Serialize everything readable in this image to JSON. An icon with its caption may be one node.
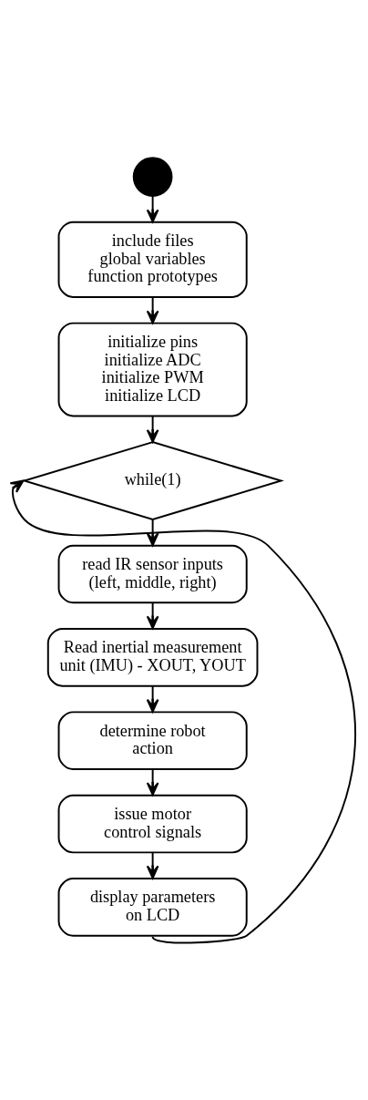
{
  "diagram": {
    "nodes": [
      {
        "text": [],
        "shape": "circle"
      },
      {
        "text": [
          "include files",
          "global variables",
          "function prototypes"
        ]
      },
      {
        "text": [
          "initialize pins",
          "initialize ADC",
          "initialize PWM",
          "initialize LCD"
        ]
      },
      {
        "text": [
          "while(1)"
        ]
      },
      {
        "text": [
          "read IR sensor inputs (left, middle, right)"
        ]
      },
      {
        "text": [
          "Read inertial measurement unit (IMU) - XOUT, YOUT"
        ]
      },
      {
        "text": [
          "determine robot action"
        ]
      },
      {
        "text": [
          "issue motor control signals"
        ]
      },
      {
        "text": [
          "display parameters on LCD"
        ]
      }
    ],
    "edges": [
      {
        "from": 0,
        "to": 1,
        "arrow": "to"
      },
      {
        "from": 1,
        "to": 2,
        "arrow": "to"
      },
      {
        "from": 2,
        "to": 3,
        "arrow": "to"
      },
      {
        "from": 3,
        "to": 4,
        "arrow": "to"
      },
      {
        "from": 4,
        "to": 5,
        "arrow": "to"
      },
      {
        "from": 5,
        "to": 6,
        "arrow": "to"
      },
      {
        "from": 6,
        "to": 7,
        "arrow": "to"
      },
      {
        "from": 7,
        "to": 8,
        "arrow": "to"
      },
      {
        "from": 8,
        "to": 3,
        "arrow": "to"
      }
    ]
  }
}
